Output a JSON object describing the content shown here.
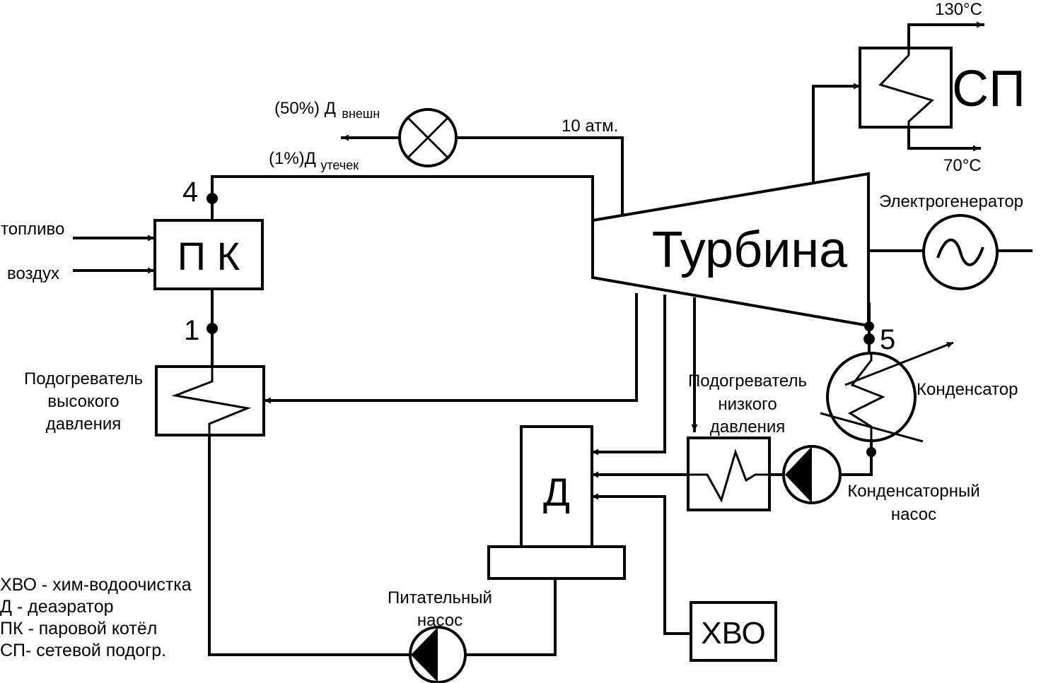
{
  "blocks": {
    "boiler": "П К",
    "turbine": "Турбина",
    "network_heater": "СП",
    "deaerator": "Д",
    "water_treatment": "ХВО"
  },
  "nodes": {
    "n1": "1",
    "n4": "4",
    "n5": "5"
  },
  "labels": {
    "fuel": "топливо",
    "air": "воздух",
    "hp_heater": [
      "Подогреватель",
      "высокого",
      "давления"
    ],
    "lp_heater": [
      "Подогреватель",
      "низкого",
      "давления"
    ],
    "condenser": "Конденсатор",
    "generator": "Электрогенератор",
    "condensate_pump": [
      "Конденсаторный",
      "насос"
    ],
    "feed_pump": [
      "Питательный",
      "насос"
    ],
    "pressure": "10 атм.",
    "temp_hot": "130°С",
    "temp_cold": "70°С",
    "external_main": "(50%) Д",
    "external_sub": "внешн",
    "leak_main": "(1%)Д",
    "leak_sub": "утечек"
  },
  "legend": [
    "ХВО - хим-водоочистка",
    "Д - деаэратор",
    "ПК - паровой котёл",
    "СП- сетевой подогр."
  ]
}
